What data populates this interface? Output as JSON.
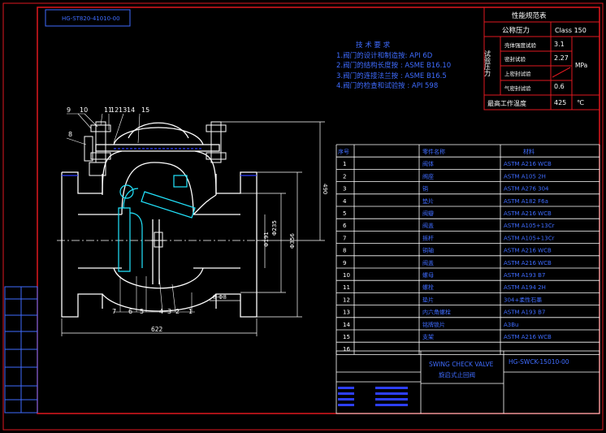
{
  "title_stamp": "HG-ST820-41010-00",
  "tech_requirements": {
    "heading": "技 术 要 求",
    "items": [
      "1.阀门的设计和制造按: API 6D",
      "2.阀门的结构长度按 : ASME B16.10",
      "3.阀门的连接法兰按 : ASME B16.5",
      "4.阀门的检查和试验按 : API 598"
    ]
  },
  "performance_table": {
    "title": "性能规范表",
    "nominal_pressure_label": "公称压力",
    "nominal_pressure_value": "Class 150",
    "test_pressure_label": "试验压力",
    "rows": [
      {
        "label": "壳体强度试验",
        "value": "3.1"
      },
      {
        "label": "密封试验",
        "value": "2.27"
      },
      {
        "label": "上密封试验",
        "value": ""
      },
      {
        "label": "气密封试验",
        "value": "0.6"
      }
    ],
    "unit": "MPa",
    "max_temp_label": "最高工作温度",
    "max_temp_value": "425",
    "max_temp_unit": "℃"
  },
  "parts_table": {
    "headers": [
      "序号",
      "零件名称",
      "材料"
    ],
    "rows": [
      {
        "no": "1",
        "name": "阀体",
        "material": "ASTM A216 WCB"
      },
      {
        "no": "2",
        "name": "阀座",
        "material": "ASTM A105 2H"
      },
      {
        "no": "3",
        "name": "销",
        "material": "ASTM A276 304"
      },
      {
        "no": "4",
        "name": "垫片",
        "material": "ASTM A182 F6a"
      },
      {
        "no": "5",
        "name": "阀瓣",
        "material": "ASTM A216 WCB"
      },
      {
        "no": "6",
        "name": "阀盖",
        "material": "ASTM A105+13Cr"
      },
      {
        "no": "7",
        "name": "摇杆",
        "material": "ASTM A105+13Cr"
      },
      {
        "no": "8",
        "name": "销轴",
        "material": "ASTM A216 WCB"
      },
      {
        "no": "9",
        "name": "阀盖",
        "material": "ASTM A216 WCB"
      },
      {
        "no": "10",
        "name": "螺母",
        "material": "ASTM A193 B7"
      },
      {
        "no": "11",
        "name": "螺栓",
        "material": "ASTM A194 2H"
      },
      {
        "no": "12",
        "name": "垫片",
        "material": "304+柔性石墨"
      },
      {
        "no": "13",
        "name": "内六角螺栓",
        "material": "ASTM A193 B7"
      },
      {
        "no": "14",
        "name": "铭牌锁片",
        "material": "A3Bu"
      },
      {
        "no": "15",
        "name": "支架",
        "material": "ASTM A216 WCB"
      },
      {
        "no": "16",
        "name": "",
        "material": ""
      }
    ]
  },
  "title_block": {
    "name_line1": "SWING CHECK VALVE",
    "name_line2": "旋启式止回阀",
    "drawing_no": "HG-SWCK-15010-00"
  },
  "dimensions": {
    "length": "622",
    "height": "490",
    "d1": "Φ235",
    "d2": "Φ191",
    "d3": "Φ356",
    "bolts": "8-Φ8"
  },
  "balloons": {
    "top": [
      "9",
      "10",
      "11",
      "12",
      "13",
      "14",
      "15"
    ],
    "left": "8",
    "bottom": [
      "7",
      "6",
      "5",
      "4",
      "3",
      "2",
      "1"
    ]
  },
  "colors": {
    "frame": "#e0191f",
    "drawing": "#ffffff",
    "text": "#3f6cff",
    "disc": "#22e6ff",
    "hatch": "#2d3fff"
  }
}
